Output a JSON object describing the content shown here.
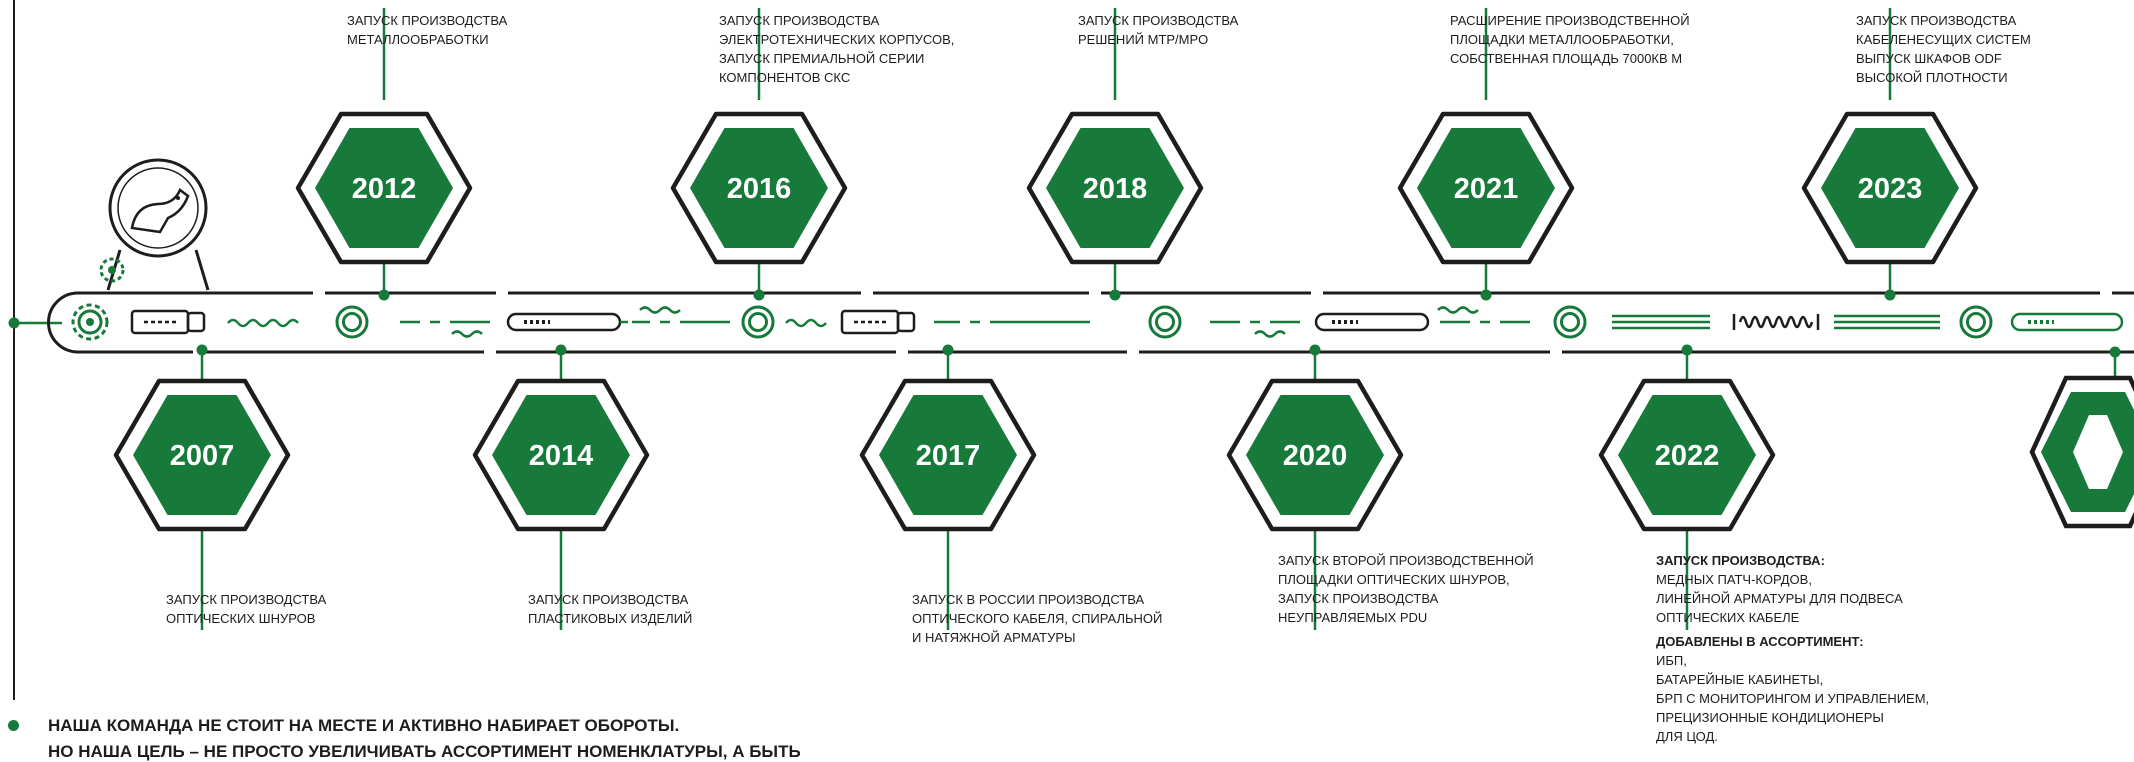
{
  "colors": {
    "green": "#177a3b",
    "ink": "#1d1d1b",
    "background": "#ffffff"
  },
  "milestones_top": [
    {
      "year": "2012",
      "caption": "ЗАПУСК ПРОИЗВОДСТВА\nМЕТАЛЛООБРАБОТКИ"
    },
    {
      "year": "2016",
      "caption": "ЗАПУСК ПРОИЗВОДСТВА\nЭЛЕКТРОТЕХНИЧЕСКИХ КОРПУСОВ,\nЗАПУСК ПРЕМИАЛЬНОЙ СЕРИИ\nКОМПОНЕНТОВ СКС"
    },
    {
      "year": "2018",
      "caption": "ЗАПУСК ПРОИЗВОДСТВА\nРЕШЕНИЙ MTP/MPO"
    },
    {
      "year": "2021",
      "caption": "РАСШИРЕНИЕ ПРОИЗВОДСТВЕННОЙ\nПЛОЩАДКИ МЕТАЛЛООБРАБОТКИ,\nСОБСТВЕННАЯ ПЛОЩАДЬ 7000КВ М"
    },
    {
      "year": "2023",
      "caption": "ЗАПУСК ПРОИЗВОДСТВА\nКАБЕЛЕНЕСУЩИХ СИСТЕМ\nВЫПУСК ШКАФОВ ODF\nВЫСОКОЙ ПЛОТНОСТИ"
    }
  ],
  "milestones_bottom": [
    {
      "year": "2007",
      "caption": "ЗАПУСК ПРОИЗВОДСТВА\nОПТИЧЕСКИХ ШНУРОВ"
    },
    {
      "year": "2014",
      "caption": "ЗАПУСК ПРОИЗВОДСТВА\nПЛАСТИКОВЫХ ИЗДЕЛИЙ"
    },
    {
      "year": "2017",
      "caption": "ЗАПУСК В РОССИИ ПРОИЗВОДСТВА\nОПТИЧЕСКОГО КАБЕЛЯ, СПИРАЛЬНОЙ\nИ НАТЯЖНОЙ АРМАТУРЫ"
    },
    {
      "year": "2020",
      "caption": "ЗАПУСК ВТОРОЙ ПРОИЗВОДСТВЕННОЙ\nПЛОЩАДКИ ОПТИЧЕСКИХ ШНУРОВ,\nЗАПУСК ПРОИЗВОДСТВА\nНЕУПРАВЛЯЕМЫХ PDU"
    },
    {
      "year": "2022",
      "heading_1": "ЗАПУСК ПРОИЗВОДСТВА:",
      "text_1": "МЕДНЫХ ПАТЧ-КОРДОВ,\nЛИНЕЙНОЙ АРМАТУРЫ ДЛЯ ПОДВЕСА\nОПТИЧЕСКИХ КАБЕЛЕ",
      "heading_2": "ДОБАВЛЕНЫ В АССОРТИМЕНТ:",
      "text_2": "ИБП,\nБАТАРЕЙНЫЕ КАБИНЕТЫ,\nБРП С МОНИТОРИНГОМ И УПРАВЛЕНИЕМ,\nПРЕЦИЗИОННЫЕ КОНДИЦИОНЕРЫ\nДЛЯ ЦОД."
    }
  ],
  "footer": {
    "line_1": "НАША КОМАНДА НЕ СТОИТ НА МЕСТЕ И АКТИВНО НАБИРАЕТ ОБОРОТЫ.",
    "line_2": "НО НАША ЦЕЛЬ – НЕ ПРОСТО УВЕЛИЧИВАТЬ АССОРТИМЕНТ НОМЕНКЛАТУРЫ, А БЫТЬ"
  }
}
